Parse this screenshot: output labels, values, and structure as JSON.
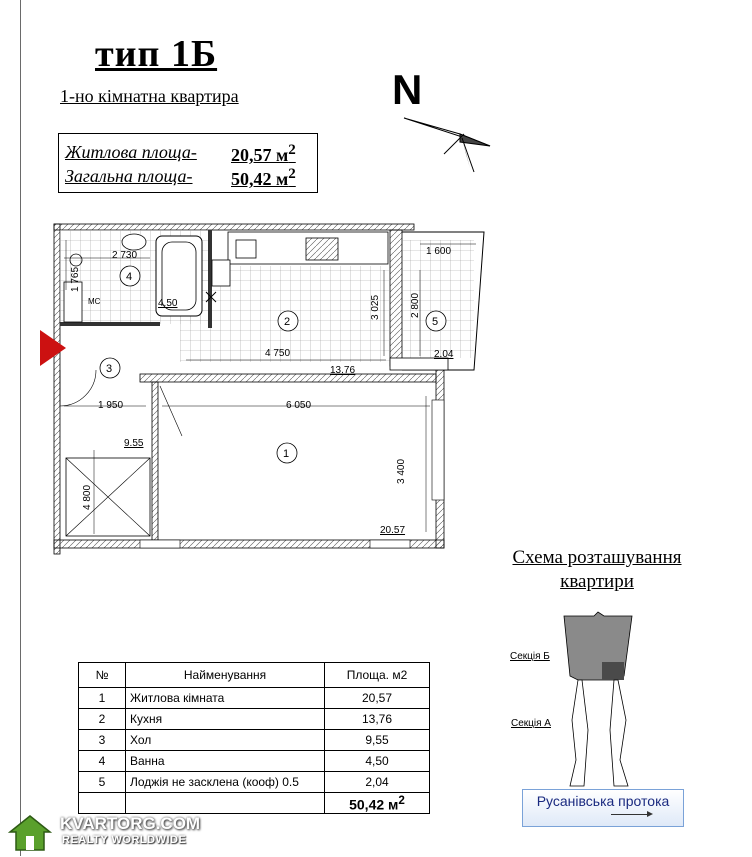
{
  "header": {
    "title": "тип 1Б",
    "subtitle": "1-но кімнатна квартира",
    "north": "N"
  },
  "areas": {
    "living_label": "Житлова площа-",
    "living_value": "20,57 м",
    "total_label": "Загальна площа-",
    "total_value": "50,42 м",
    "unit_superscript": "2"
  },
  "plan": {
    "rooms": [
      {
        "number": "1",
        "area": "20.57"
      },
      {
        "number": "2",
        "area": "13.76"
      },
      {
        "number": "3",
        "area": "9.55"
      },
      {
        "number": "4",
        "area": "4.50"
      },
      {
        "number": "5",
        "area": "2.04"
      }
    ],
    "fixture_label": "МС",
    "dimensions": {
      "bath_width": "2 730",
      "bath_depth": "1 765",
      "kitchen_width": "4 750",
      "kitchen_depth": "3 025",
      "loggia_width": "1 600",
      "loggia_depth": "2 800",
      "hall_width": "1 950",
      "living_width": "6 050",
      "living_depth": "3 400",
      "hall_depth": "4 800"
    }
  },
  "table": {
    "headers": [
      "№",
      "Найменування",
      "Площа. м2"
    ],
    "rows": [
      {
        "num": "1",
        "name": "Житлова кімната",
        "area": "20,57"
      },
      {
        "num": "2",
        "name": "Кухня",
        "area": "13,76"
      },
      {
        "num": "3",
        "name": "Хол",
        "area": "9,55"
      },
      {
        "num": "4",
        "name": "Ванна",
        "area": "4,50"
      },
      {
        "num": "5",
        "name": "Лоджія не засклена (кооф) 0.5",
        "area": "2,04"
      }
    ],
    "total": "50,42 м",
    "total_superscript": "2"
  },
  "scheme": {
    "title_line1": "Схема розташування",
    "title_line2": "квартири",
    "section_b": "Секція Б",
    "section_a": "Секція А"
  },
  "link_button": {
    "label": "Русанівська протока"
  },
  "watermark": {
    "brand": "KVARTORG.COM",
    "tagline": "REALTY WORLDWIDE"
  },
  "colors": {
    "entrance_marker": "#cc1111",
    "grid_tile": "#9a9a9a",
    "scheme_building": "#8a8a8a",
    "scheme_highlight": "#4a4a4a",
    "button_text": "#1a2a80"
  }
}
